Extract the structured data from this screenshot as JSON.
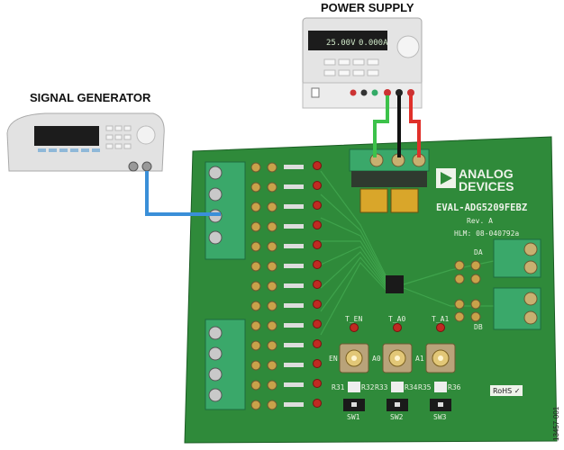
{
  "labels": {
    "power_supply": "POWER SUPPLY",
    "signal_generator": "SIGNAL GENERATOR"
  },
  "power_supply_display": {
    "voltage": "25.00V",
    "current": "0.000A"
  },
  "board": {
    "brand_line1": "ANALOG",
    "brand_line2": "DEVICES",
    "part_number": "EVAL-ADG5209FEBZ",
    "revision": "Rev. A",
    "hlm": "HLM: 08-040792a",
    "rohs": "RoHS ✓",
    "connectors": {
      "da": "DA",
      "db": "DB"
    },
    "sma": [
      {
        "label": "EN",
        "test": "T_EN"
      },
      {
        "label": "A0",
        "test": "T_A0"
      },
      {
        "label": "A1",
        "test": "T_A1"
      }
    ],
    "switches": [
      {
        "name": "SW1",
        "left": "R31",
        "right": "R32"
      },
      {
        "name": "SW2",
        "left": "R33",
        "right": "R34"
      },
      {
        "name": "SW3",
        "left": "R35",
        "right": "R36"
      }
    ]
  },
  "figure_id": "13457-001",
  "colors": {
    "pcb": "#2f8a3a",
    "wire_green": "#3cc24a",
    "wire_black": "#111111",
    "wire_red": "#e0302a",
    "wire_blue": "#3a8fd8",
    "terminal": "#3aa86a"
  }
}
